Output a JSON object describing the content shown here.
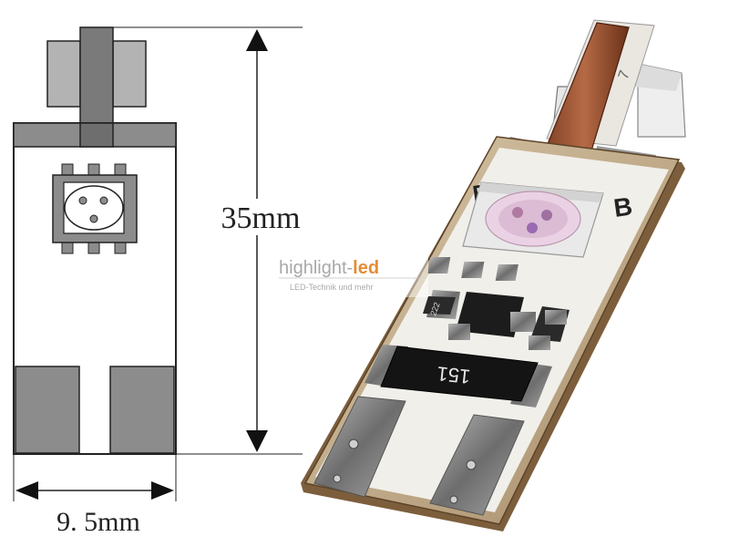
{
  "diagram": {
    "dimension_height": "35mm",
    "dimension_width": "9. 5mm"
  },
  "photo": {
    "silk_left": "B",
    "silk_right": "B",
    "component_small": "222",
    "resistor_label": "151",
    "base_mark": "7"
  },
  "watermark": {
    "brand_part1": "highlight-",
    "brand_part2": "led",
    "tagline": "LED-Technik und mehr",
    "accent_color": "#e07a10"
  },
  "colors": {
    "line": "#222222",
    "gray": "#8c8c8c",
    "pcb": "#c9b79b"
  }
}
